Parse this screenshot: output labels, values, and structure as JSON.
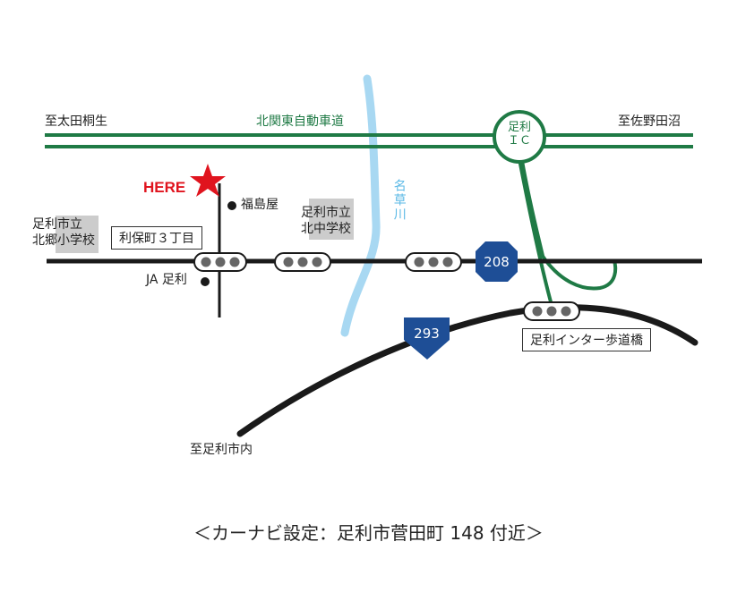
{
  "labels": {
    "ota": "至太田桐生",
    "expressway": "北関東自動車道",
    "sano": "至佐野田沼",
    "ic_line1": "足利",
    "ic_line2": "ＩＣ",
    "here": "HERE",
    "fukushimaya": "福島屋",
    "river": "名草川",
    "kitago_line1": "足利市立",
    "kitago_line2": "北郷小学校",
    "toshimachi": "利保町３丁目",
    "kitanaka_line1": "足利市立",
    "kitanaka_line2": "北中学校",
    "ja": "JA 足利",
    "route208": "208",
    "route293": "293",
    "interchange_bridge": "足利インター歩道橋",
    "ashikaga_uchi": "至足利市内"
  },
  "caption": "＜カーナビ設定：足利市菅田町 148 付近＞",
  "colors": {
    "expressway": "#1f7a45",
    "road": "#1a1a1a",
    "river": "#a8d8f2",
    "route_shield": "#1e4e96",
    "here_star": "#e0141e"
  }
}
